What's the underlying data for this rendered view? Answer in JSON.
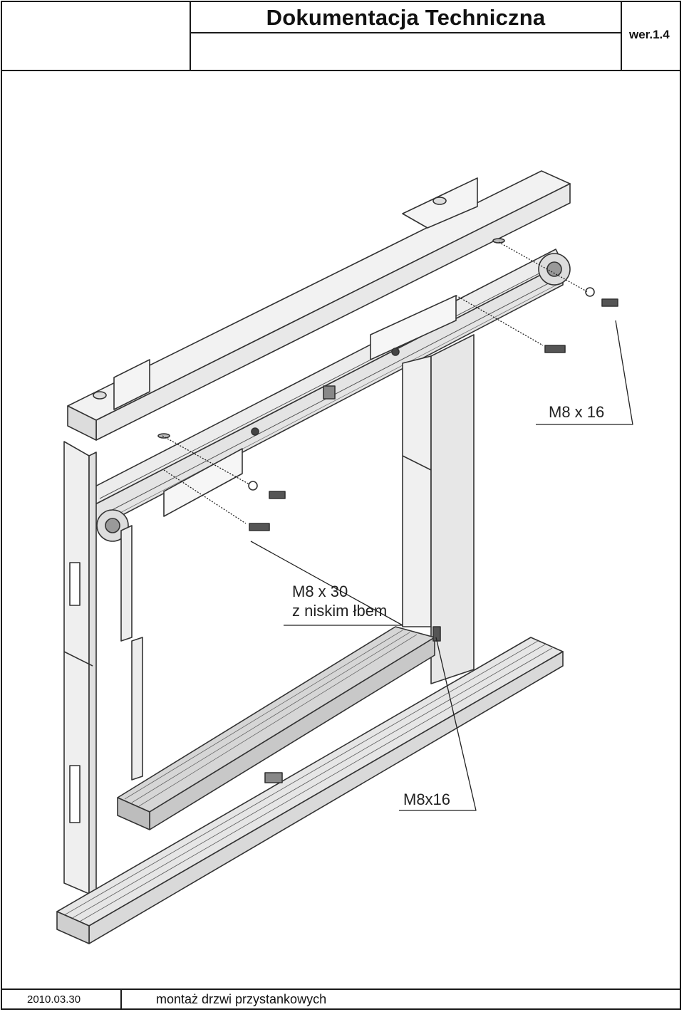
{
  "header": {
    "title": "Dokumentacja Techniczna",
    "version": "wer.1.4"
  },
  "callouts": {
    "top_right": "M8 x 16",
    "middle_line1": "M8 x 30",
    "middle_line2": "z niskim łbem",
    "bottom": "M8x16"
  },
  "footer": {
    "date": "2010.03.30",
    "title": "montaż drzwi przystankowych"
  }
}
